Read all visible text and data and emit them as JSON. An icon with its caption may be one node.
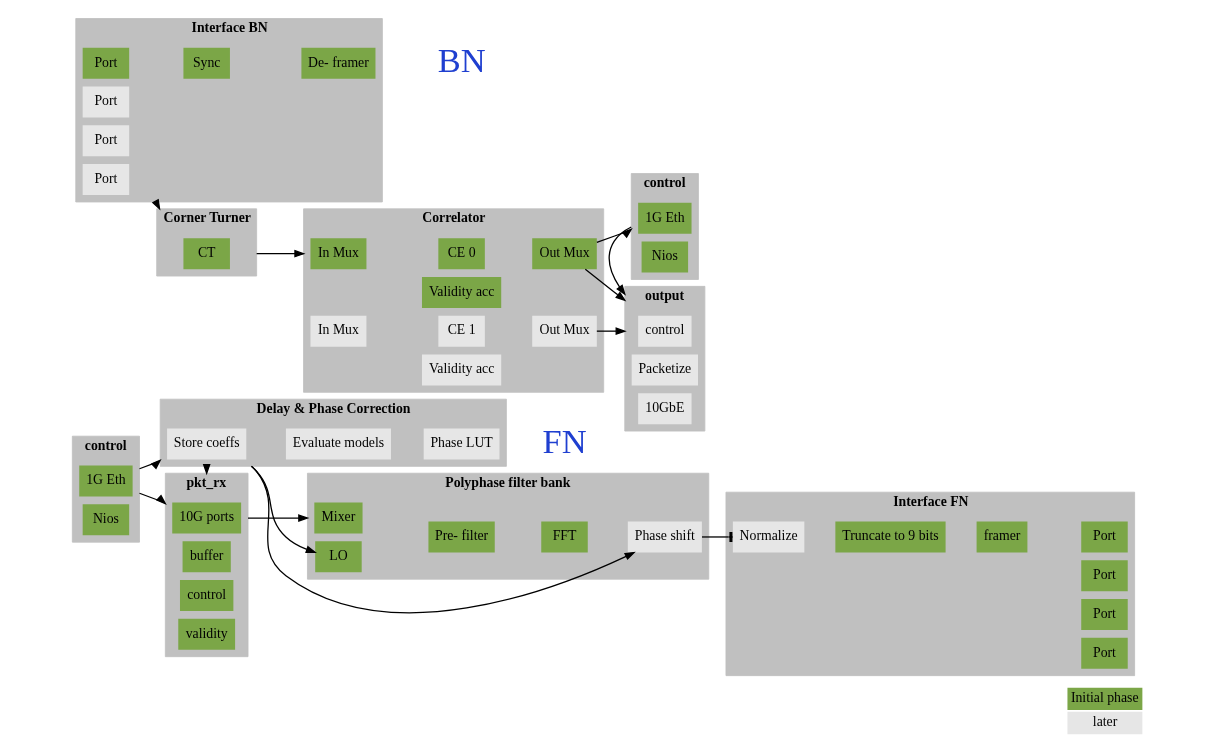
{
  "diagram": {
    "nodes": [
      {
        "text": [
          "pkt_rx"
        ]
      },
      {
        "text": [
          "10G ports"
        ],
        "in": 0
      },
      {
        "text": [
          "buffer"
        ],
        "in": 0
      },
      {
        "text": [
          "control"
        ],
        "in": 0
      },
      {
        "text": [
          "validity"
        ],
        "in": 0
      },
      {
        "text": [
          "Polyphase filter bank"
        ]
      },
      {
        "text": [
          "Mixer"
        ],
        "in": 5
      },
      {
        "text": [
          "Pre- filter"
        ],
        "in": 5
      },
      {
        "text": [
          "LO"
        ],
        "in": 5
      },
      {
        "text": [
          "FFT"
        ],
        "in": 5
      },
      {
        "text": [
          "Phase shift"
        ],
        "in": 5
      },
      {
        "text": [
          "Interface FN"
        ]
      },
      {
        "text": [
          "Normalize"
        ],
        "in": 11
      },
      {
        "text": [
          "Truncate to 9 bits"
        ],
        "in": 11
      },
      {
        "text": [
          "framer"
        ],
        "in": 11
      },
      {
        "text": [
          "Port"
        ],
        "in": 11
      },
      {
        "text": [
          "Port"
        ],
        "in": 11
      },
      {
        "text": [
          "Port"
        ],
        "in": 11
      },
      {
        "text": [
          "Port"
        ],
        "in": 11
      },
      {
        "text": [
          "control"
        ]
      },
      {
        "text": [
          "1G Eth"
        ],
        "in": 19
      },
      {
        "text": [
          "Nios"
        ],
        "in": 19
      },
      {
        "text": [
          "Delay & Phase Correction"
        ]
      },
      {
        "text": [
          "Store coeffs"
        ],
        "in": 22
      },
      {
        "text": [
          "Evaluate models"
        ],
        "in": 22
      },
      {
        "text": [
          "Phase LUT"
        ],
        "in": 22
      },
      {
        "text": [
          "Interface BN"
        ]
      },
      {
        "text": [
          "Port"
        ],
        "in": 26
      },
      {
        "text": [
          "Port"
        ],
        "in": 26
      },
      {
        "text": [
          "Port"
        ],
        "in": 26
      },
      {
        "text": [
          "Port"
        ],
        "in": 26
      },
      {
        "text": [
          "Sync"
        ],
        "in": 26
      },
      {
        "text": [
          "De- framer"
        ],
        "in": 26
      },
      {
        "text": [
          "Corner Turner"
        ]
      },
      {
        "text": [
          "CT"
        ],
        "in": 33
      },
      {
        "text": [
          "Correlator"
        ]
      },
      {
        "text": [
          "In Mux"
        ],
        "in": 35
      },
      {
        "text": [
          "CE 0"
        ],
        "in": 35
      },
      {
        "text": [
          "Validity acc"
        ],
        "in": 35
      },
      {
        "text": [
          "Out Mux"
        ],
        "in": 35
      },
      {
        "text": [
          "In Mux"
        ],
        "in": 35
      },
      {
        "text": [
          "CE 1"
        ],
        "in": 35
      },
      {
        "text": [
          "Validity acc"
        ],
        "in": 35
      },
      {
        "text": [
          "Out Mux"
        ],
        "in": 35
      },
      {
        "text": [
          "control"
        ]
      },
      {
        "text": [
          "1G Eth"
        ],
        "in": 44
      },
      {
        "text": [
          "Nios"
        ],
        "in": 44
      },
      {
        "text": [
          "output"
        ]
      },
      {
        "text": [
          "control"
        ],
        "in": 47
      },
      {
        "text": [
          "Packetize"
        ],
        "in": 47
      },
      {
        "text": [
          "10GbE"
        ],
        "in": 47
      }
    ],
    "edges": [
      {
        "from": 0,
        "to": 5,
        "arrow": "to"
      },
      {
        "from": 10,
        "to": 12,
        "arrow": "other"
      },
      {
        "from": 19,
        "to": 0,
        "arrow": "to"
      },
      {
        "from": 22,
        "to": 0,
        "arrow": "to"
      },
      {
        "from": 22,
        "to": 8,
        "arrow": "to"
      },
      {
        "from": 22,
        "to": 10,
        "arrow": "to"
      },
      {
        "from": 19,
        "to": 22,
        "arrow": "to"
      },
      {
        "from": 26,
        "to": 33,
        "arrow": "to"
      },
      {
        "from": 33,
        "to": 35,
        "arrow": "to"
      },
      {
        "from": 39,
        "to": 44,
        "arrow": "to"
      },
      {
        "from": 39,
        "to": 47,
        "arrow": "to"
      },
      {
        "from": 43,
        "to": 47,
        "arrow": "to"
      },
      {
        "from": 44,
        "to": 47,
        "arrow": "to"
      }
    ],
    "labels": [
      "FN",
      "BN"
    ],
    "legend": [
      {
        "text": "Initial phase",
        "color": "#7ba647"
      },
      {
        "text": "later",
        "color": "#e6e6e6"
      }
    ]
  }
}
